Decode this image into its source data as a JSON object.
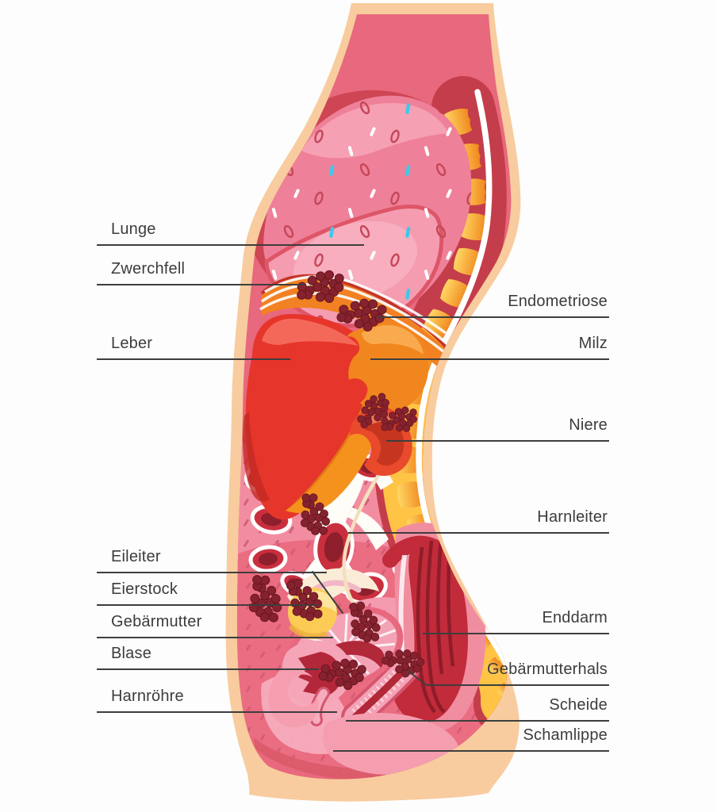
{
  "labels": {
    "left": [
      {
        "text": "Lunge"
      },
      {
        "text": "Zwerchfell"
      },
      {
        "text": "Leber"
      },
      {
        "text": "Eileiter"
      },
      {
        "text": "Eierstock"
      },
      {
        "text": "Gebärmutter"
      },
      {
        "text": "Blase"
      },
      {
        "text": "Harnröhre"
      }
    ],
    "right": [
      {
        "text": "Endometriose"
      },
      {
        "text": "Milz"
      },
      {
        "text": "Niere"
      },
      {
        "text": "Harnleiter"
      },
      {
        "text": "Enddarm"
      },
      {
        "text": "Gebärmutterhals"
      },
      {
        "text": "Scheide"
      },
      {
        "text": "Schamlippe"
      }
    ],
    "line_color": "#3e3e3e",
    "text_color": "#3c3c3c"
  },
  "colors": {
    "background": "#fdfdfd",
    "skin": "#f8cc9e",
    "body_wall": "#e8687d",
    "chest_ring": "#ce4553",
    "lung": "#ef8099",
    "lung_lower_lobe": "#f59cb1",
    "speckle_cyan": "#3fc8e8",
    "diaphragm_orange": "#f18122",
    "liver_red": "#e6352b",
    "spleen_orange": "#f1861f",
    "kidney_red": "#e94a2c",
    "spine_band_red": "#c43d4a",
    "vertebra_yellow": "#ffd14e",
    "vertebra_orange": "#f28a1c",
    "intestine_pink": "#f28da1",
    "bowel_dark_red": "#c92f3e",
    "mesentery_white": "#fffdf7",
    "pelvis_pink": "#ea6d82",
    "uterus_pink": "#f4a3b6",
    "ovary_yellow": "#fbcb55",
    "cavity_dark_red": "#b12838",
    "endometriosis_lesion": "#86222f"
  }
}
